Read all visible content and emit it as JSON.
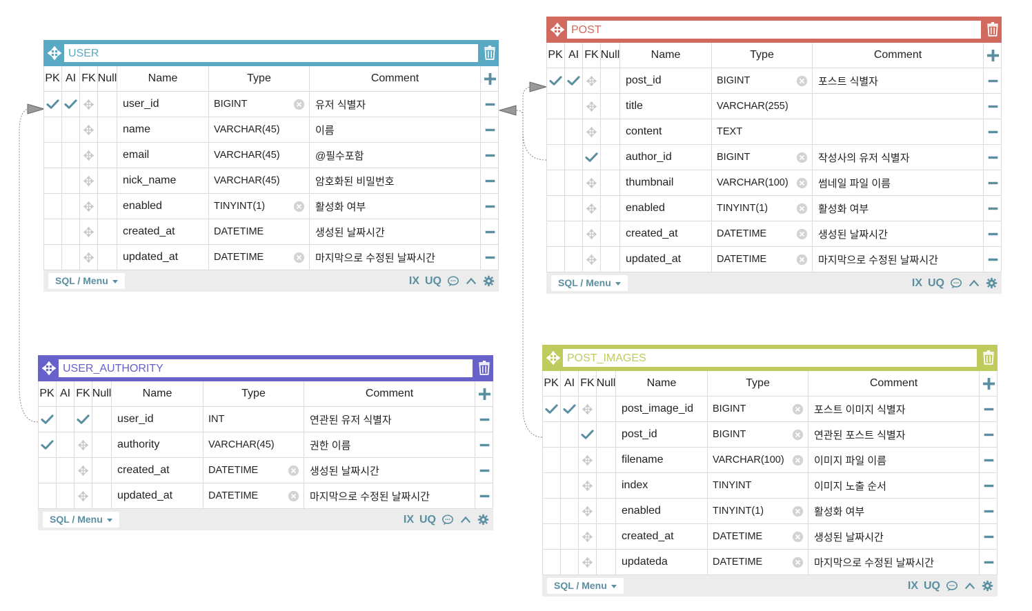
{
  "headers": {
    "pk": "PK",
    "ai": "AI",
    "fk": "FK",
    "null": "Null",
    "name": "Name",
    "type": "Type",
    "comment": "Comment"
  },
  "footer": {
    "menu": "SQL / Menu",
    "ix": "IX",
    "uq": "UQ"
  },
  "colors": {
    "user": "#5aa9c4",
    "post": "#d2695e",
    "user_authority": "#6762c9",
    "post_images": "#c0cb5e",
    "accent": "#5a8fa1",
    "check": "#5a8fa1"
  },
  "icons": {
    "move": "move-icon",
    "trash": "trash-icon",
    "add": "plus-icon",
    "remove": "minus-icon",
    "clear": "clear-icon",
    "check": "check-icon",
    "fk": "move-icon",
    "comment": "comment-icon",
    "collapse": "chevron-up-icon",
    "settings": "gear-icon"
  },
  "tables": {
    "user": {
      "title": "USER",
      "columns": [
        {
          "name": "user_id",
          "type": "BIGINT",
          "comment": "유저 식별자",
          "pk": true,
          "ai": true,
          "fk": false,
          "clear": true
        },
        {
          "name": "name",
          "type": "VARCHAR(45)",
          "comment": "이름",
          "pk": false,
          "ai": false,
          "fk": false,
          "clear": false
        },
        {
          "name": "email",
          "type": "VARCHAR(45)",
          "comment": "@필수포함",
          "pk": false,
          "ai": false,
          "fk": false,
          "clear": false
        },
        {
          "name": "nick_name",
          "type": "VARCHAR(45)",
          "comment": "암호화된 비밀번호",
          "pk": false,
          "ai": false,
          "fk": false,
          "clear": false
        },
        {
          "name": "enabled",
          "type": "TINYINT(1)",
          "comment": "활성화 여부",
          "pk": false,
          "ai": false,
          "fk": false,
          "clear": true
        },
        {
          "name": "created_at",
          "type": "DATETIME",
          "comment": "생성된 날짜시간",
          "pk": false,
          "ai": false,
          "fk": false,
          "clear": false
        },
        {
          "name": "updated_at",
          "type": "DATETIME",
          "comment": "마지막으로 수정된 날짜시간",
          "pk": false,
          "ai": false,
          "fk": false,
          "clear": true
        }
      ]
    },
    "post": {
      "title": "POST",
      "columns": [
        {
          "name": "post_id",
          "type": "BIGINT",
          "comment": "포스트 식별자",
          "pk": true,
          "ai": true,
          "fk": false,
          "clear": true
        },
        {
          "name": "title",
          "type": "VARCHAR(255)",
          "comment": "",
          "pk": false,
          "ai": false,
          "fk": false,
          "clear": false
        },
        {
          "name": "content",
          "type": "TEXT",
          "comment": "",
          "pk": false,
          "ai": false,
          "fk": false,
          "clear": false
        },
        {
          "name": "author_id",
          "type": "BIGINT",
          "comment": "작성사의 유저 식별자",
          "pk": false,
          "ai": false,
          "fk": true,
          "clear": true
        },
        {
          "name": "thumbnail",
          "type": "VARCHAR(100)",
          "comment": "썸네일 파일 이름",
          "pk": false,
          "ai": false,
          "fk": false,
          "clear": true
        },
        {
          "name": "enabled",
          "type": "TINYINT(1)",
          "comment": "활성화 여부",
          "pk": false,
          "ai": false,
          "fk": false,
          "clear": true
        },
        {
          "name": "created_at",
          "type": "DATETIME",
          "comment": "생성된 날짜시간",
          "pk": false,
          "ai": false,
          "fk": false,
          "clear": true
        },
        {
          "name": "updated_at",
          "type": "DATETIME",
          "comment": "마지막으로 수정된 날짜시간",
          "pk": false,
          "ai": false,
          "fk": false,
          "clear": true
        }
      ]
    },
    "user_authority": {
      "title": "USER_AUTHORITY",
      "columns": [
        {
          "name": "user_id",
          "type": "INT",
          "comment": "연관된 유저 식별자",
          "pk": true,
          "ai": false,
          "fk": true,
          "clear": false
        },
        {
          "name": "authority",
          "type": "VARCHAR(45)",
          "comment": "권한 이름",
          "pk": true,
          "ai": false,
          "fk": false,
          "clear": false
        },
        {
          "name": "created_at",
          "type": "DATETIME",
          "comment": "생성된 날짜시간",
          "pk": false,
          "ai": false,
          "fk": false,
          "clear": true
        },
        {
          "name": "updated_at",
          "type": "DATETIME",
          "comment": "마지막으로 수정된 날짜시간",
          "pk": false,
          "ai": false,
          "fk": false,
          "clear": true
        }
      ]
    },
    "post_images": {
      "title": "POST_IMAGES",
      "columns": [
        {
          "name": "post_image_id",
          "type": "BIGINT",
          "comment": "포스트 이미지 식별자",
          "pk": true,
          "ai": true,
          "fk": false,
          "clear": true
        },
        {
          "name": "post_id",
          "type": "BIGINT",
          "comment": "연관된 포스트 식별자",
          "pk": false,
          "ai": false,
          "fk": true,
          "clear": true
        },
        {
          "name": "filename",
          "type": "VARCHAR(100)",
          "comment": "이미지 파일 이름",
          "pk": false,
          "ai": false,
          "fk": false,
          "clear": true
        },
        {
          "name": "index",
          "type": "TINYINT",
          "comment": "이미지 노출 순서",
          "pk": false,
          "ai": false,
          "fk": false,
          "clear": false
        },
        {
          "name": "enabled",
          "type": "TINYINT(1)",
          "comment": "활성화 여부",
          "pk": false,
          "ai": false,
          "fk": false,
          "clear": true
        },
        {
          "name": "created_at",
          "type": "DATETIME",
          "comment": "생성된 날짜시간",
          "pk": false,
          "ai": false,
          "fk": false,
          "clear": true
        },
        {
          "name": "updateda",
          "type": "DATETIME",
          "comment": "마지막으로 수정된 날짜시간",
          "pk": false,
          "ai": false,
          "fk": false,
          "clear": true
        }
      ]
    }
  }
}
